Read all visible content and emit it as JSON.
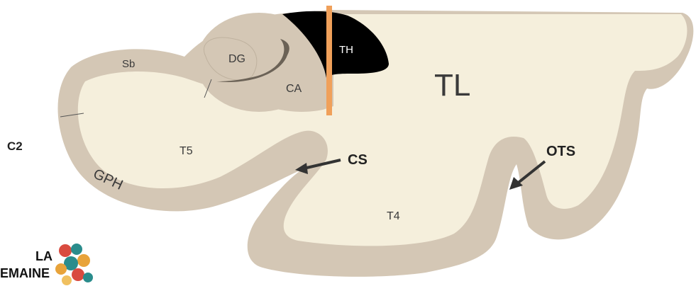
{
  "labels": {
    "sb": "Sb",
    "dg": "DG",
    "ca": "CA",
    "th": "TH",
    "tl": "TL",
    "t5": "T5",
    "t4": "T4",
    "gph": "GPH",
    "cs": "CS",
    "ots": "OTS",
    "c2": "C2"
  },
  "logo": {
    "line1": "LA",
    "line2": "EMAINE"
  },
  "colors": {
    "gray_matter": "#d4c7b5",
    "white_matter": "#f5efdc",
    "thalamus": "#000000",
    "cut_line": "#f0a05a",
    "arrow": "#333333"
  }
}
